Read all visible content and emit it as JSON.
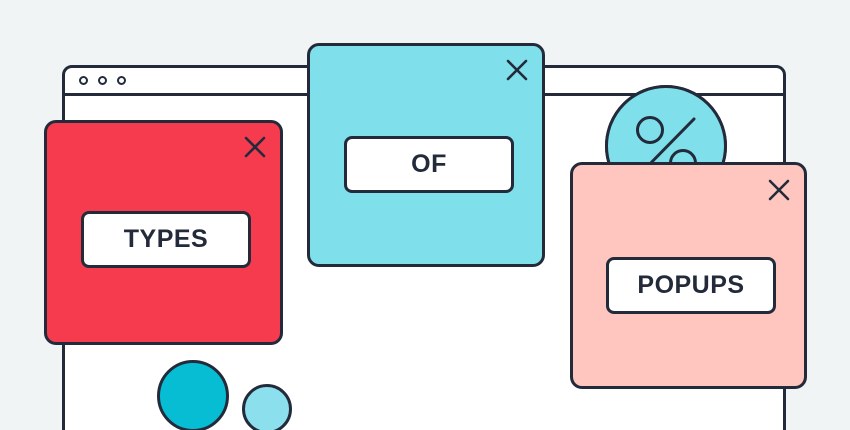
{
  "scene": {
    "title": "Types of Popups illustration",
    "background_color": "#F0F4F5",
    "outline_color": "#232B3B"
  },
  "browser_window": {
    "name": "browser-mockup",
    "traffic_lights": [
      {
        "name": "window-dot-1"
      },
      {
        "name": "window-dot-2"
      },
      {
        "name": "window-dot-3"
      }
    ]
  },
  "popups": [
    {
      "id": "types",
      "label": "TYPES",
      "color": "#F53B4D",
      "close_icon": "close-icon"
    },
    {
      "id": "of",
      "label": "OF",
      "color": "#7FE0EC",
      "close_icon": "close-icon"
    },
    {
      "id": "popups",
      "label": "POPUPS",
      "color": "#FEC6BE",
      "close_icon": "close-icon"
    }
  ],
  "decorations": {
    "percent_badge": {
      "icon": "percent-icon",
      "color": "#7FE0EC"
    },
    "circle_large": {
      "color": "#07BDD3"
    },
    "circle_small": {
      "color": "#8CE0EE"
    }
  }
}
